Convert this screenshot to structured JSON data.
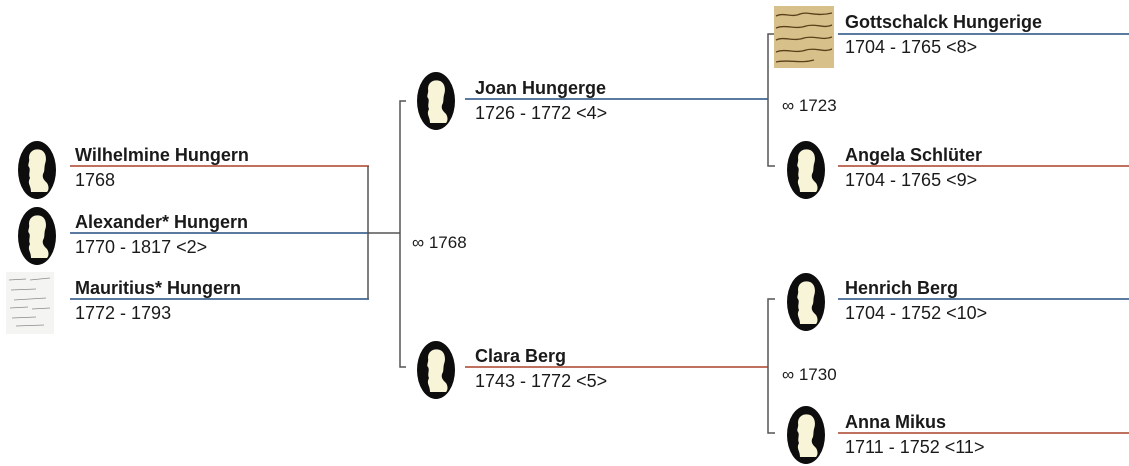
{
  "colors": {
    "male_line": "#5a7aa0",
    "female_line": "#c0705e",
    "connector": "#555555",
    "portrait_bg": "#0d0d0d",
    "portrait_fg": "#f8f4d8"
  },
  "children": [
    {
      "name": "Wilhelmine Hungern",
      "dates": "1768",
      "sex": "female",
      "portrait": "silhouette"
    },
    {
      "name": "Alexander* Hungern",
      "dates": "1770 - 1817 <2>",
      "sex": "male",
      "portrait": "silhouette"
    },
    {
      "name": "Mauritius* Hungern",
      "dates": "1772 - 1793",
      "sex": "male",
      "portrait": "document"
    }
  ],
  "parents_marriage": "∞ 1768",
  "father": {
    "name": "Joan Hungerge",
    "dates": "1726 - 1772 <4>",
    "sex": "male",
    "portrait": "silhouette"
  },
  "mother": {
    "name": "Clara Berg",
    "dates": "1743 - 1772 <5>",
    "sex": "female",
    "portrait": "silhouette"
  },
  "paternal_grandparents": {
    "marriage": "∞ 1723",
    "grandfather": {
      "name": "Gottschalck Hungerige",
      "dates": "1704 - 1765 <8>",
      "sex": "male",
      "portrait": "document"
    },
    "grandmother": {
      "name": "Angela Schlüter",
      "dates": "1704 - 1765 <9>",
      "sex": "female",
      "portrait": "silhouette"
    }
  },
  "maternal_grandparents": {
    "marriage": "∞ 1730",
    "grandfather": {
      "name": "Henrich Berg",
      "dates": "1704 - 1752 <10>",
      "sex": "male",
      "portrait": "silhouette"
    },
    "grandmother": {
      "name": "Anna Mikus",
      "dates": "1711 - 1752 <11>",
      "sex": "female",
      "portrait": "silhouette"
    }
  }
}
